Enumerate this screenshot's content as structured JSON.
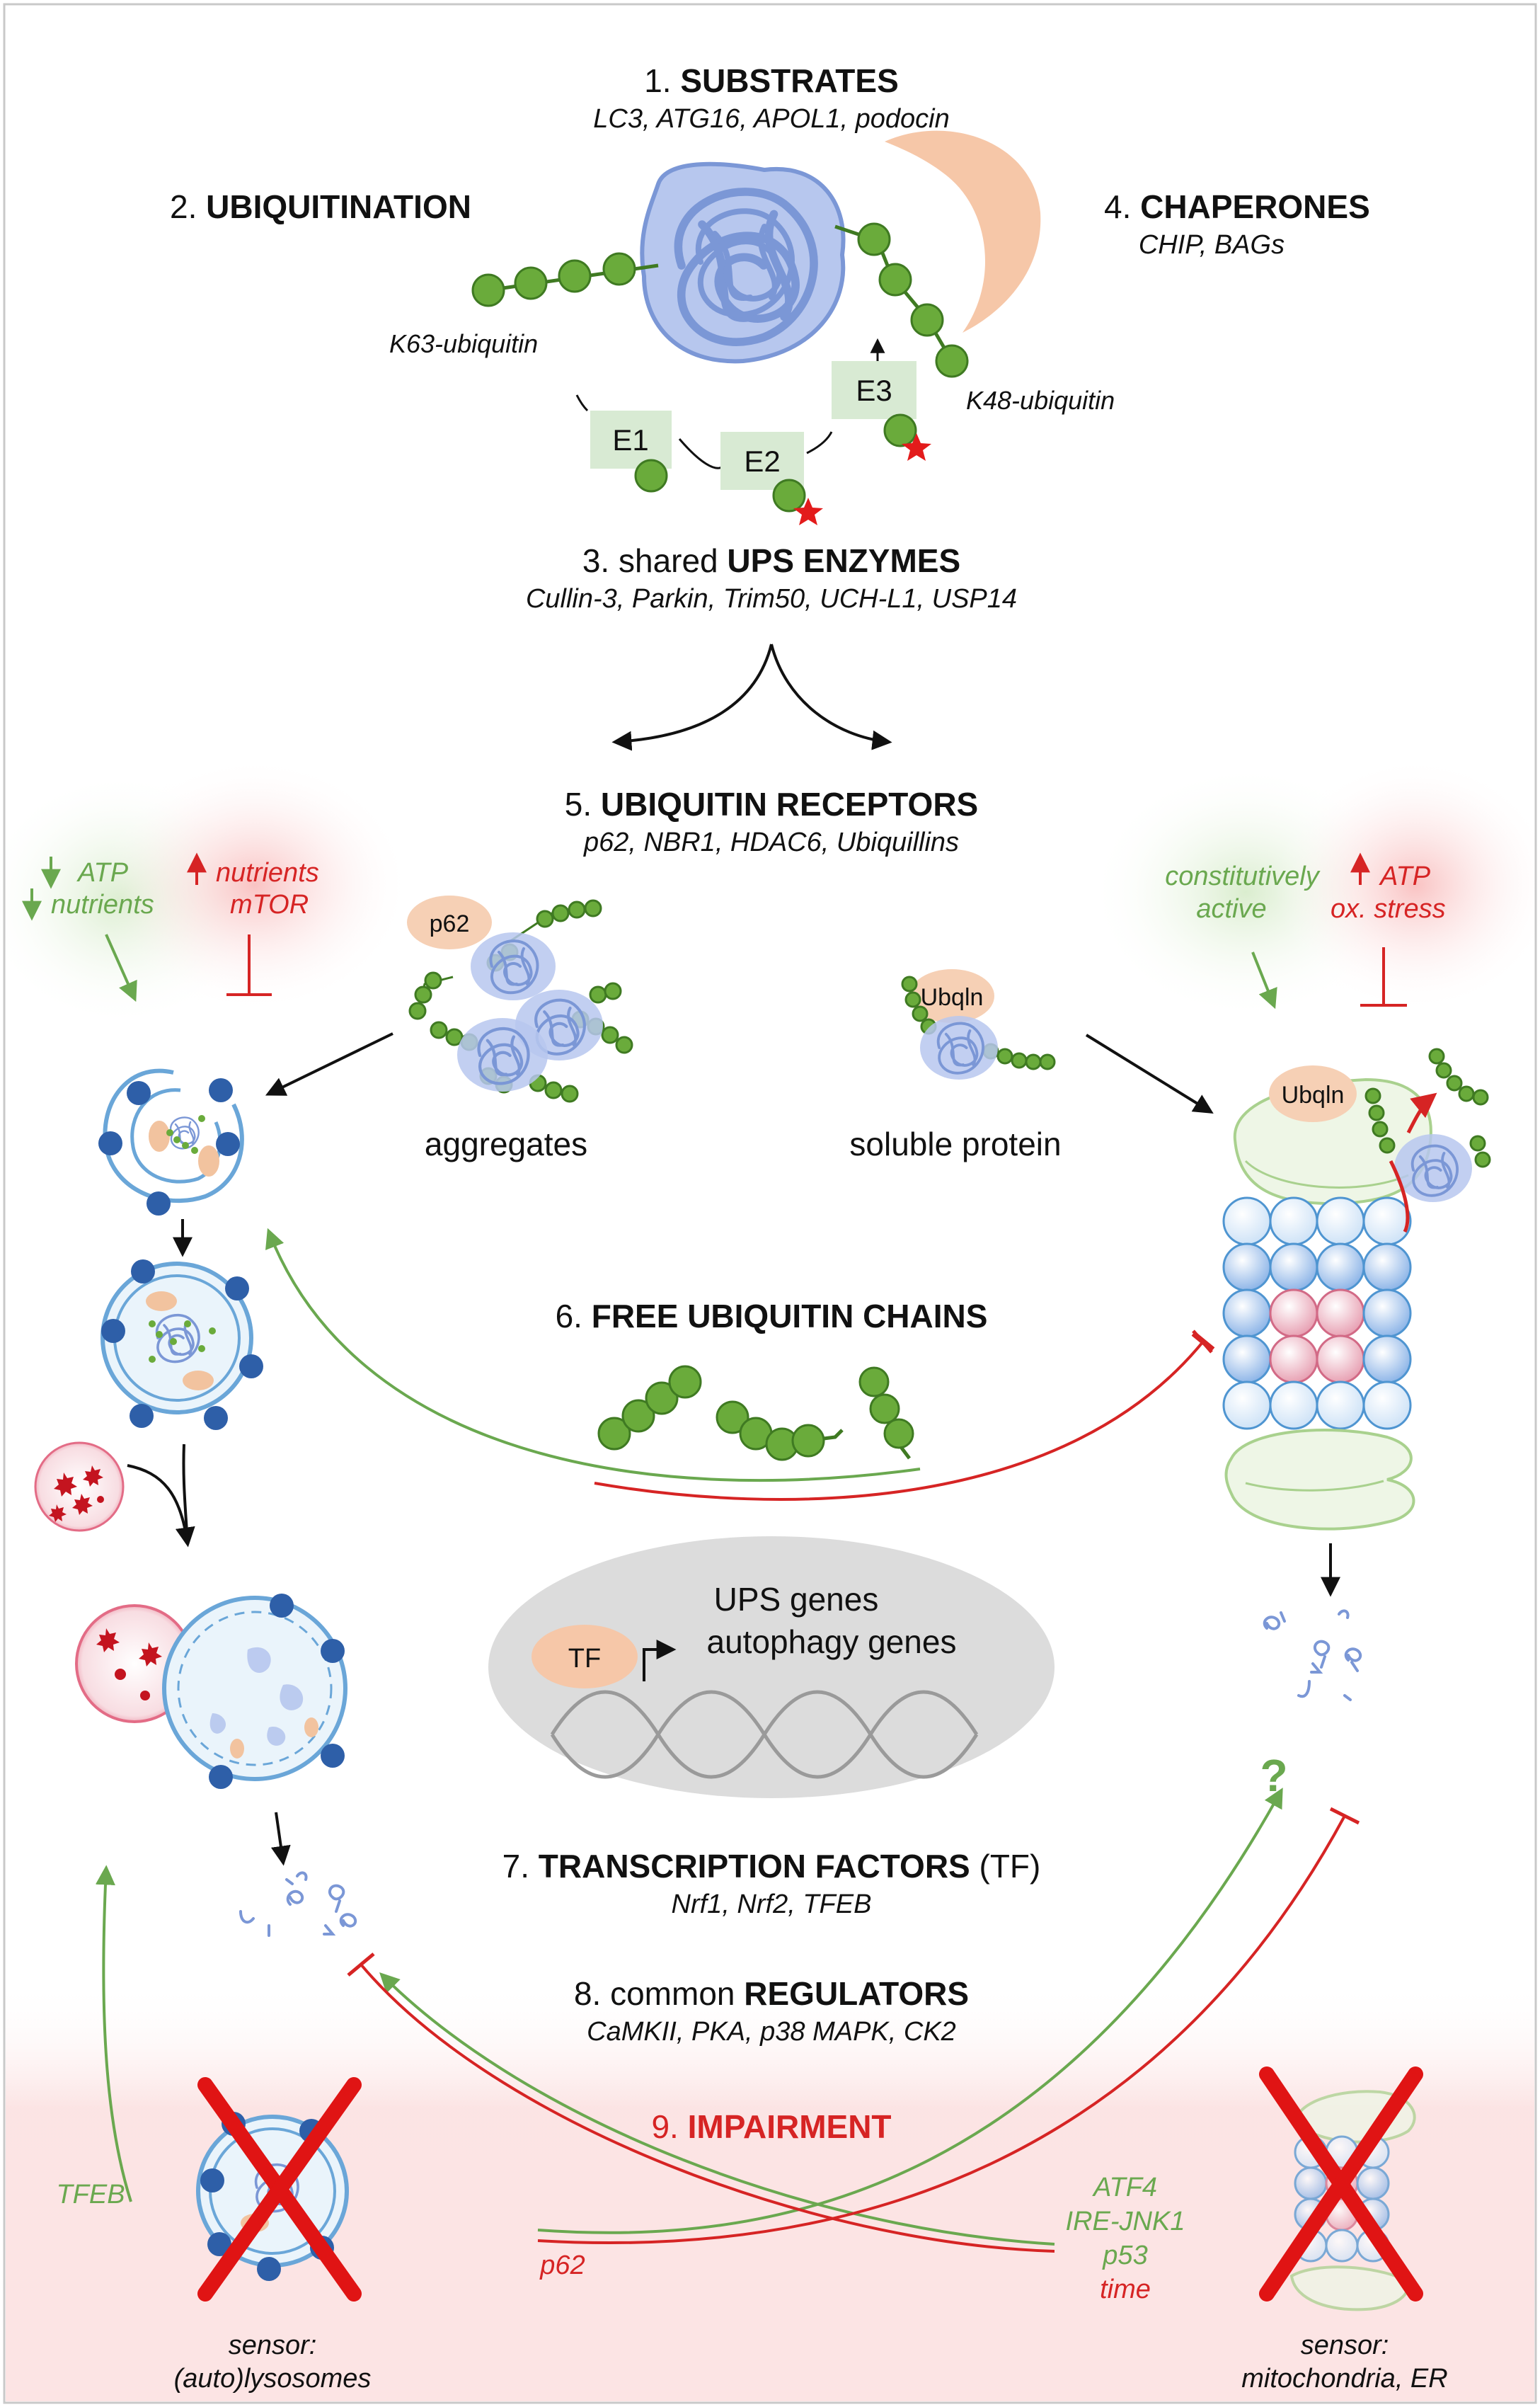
{
  "sections": {
    "substrates": {
      "number": "1.",
      "title": "SUBSTRATES",
      "items": "LC3, ATG16, APOL1, podocin"
    },
    "ubiquitination": {
      "number": "2.",
      "title": "UBIQUITINATION"
    },
    "enzymes": {
      "number": "3. shared",
      "title": "UPS ENZYMES",
      "items": "Cullin-3, Parkin, Trim50, UCH-L1, USP14"
    },
    "chaperones": {
      "number": "4.",
      "title": "CHAPERONES",
      "items": "CHIP, BAGs"
    },
    "receptors": {
      "number": "5.",
      "title": "UBIQUITIN RECEPTORS",
      "items": "p62, NBR1, HDAC6, Ubiquillins"
    },
    "free_chains": {
      "number": "6.",
      "title": "FREE UBIQUITIN CHAINS"
    },
    "transcription": {
      "number": "7.",
      "title": "TRANSCRIPTION  FACTORS",
      "suffix": "(TF)",
      "items": "Nrf1, Nrf2, TFEB"
    },
    "regulators": {
      "number": "8. common",
      "title": "REGULATORS",
      "items": "CaMKII, PKA, p38 MAPK, CK2"
    },
    "impairment": {
      "number": "9.",
      "title": "IMPAIRMENT"
    }
  },
  "labels": {
    "k63": "K63-ubiquitin",
    "k48": "K48-ubiquitin",
    "e1": "E1",
    "e2": "E2",
    "e3": "E3",
    "p62_bubble": "p62",
    "ubqln_bubble": "Ubqln",
    "ubqln_proteasome": "Ubqln",
    "aggregates": "aggregates",
    "soluble_protein": "soluble protein",
    "tf": "TF",
    "ups_genes": "UPS genes",
    "autophagy_genes": "autophagy genes",
    "question": "?"
  },
  "autophagy_inputs": {
    "activators": [
      "ATP",
      "nutrients"
    ],
    "inhibitors": [
      "nutrients",
      "mTOR"
    ]
  },
  "proteasome_inputs": {
    "activators": [
      "constitutively",
      "active"
    ],
    "inhibitors": [
      "ATP",
      "ox. stress"
    ]
  },
  "impairment_labels": {
    "tfeb": "TFEB",
    "p62": "p62",
    "green_list": [
      "ATF4",
      "IRE-JNK1",
      "p53"
    ],
    "red_list": [
      "time"
    ]
  },
  "sensors": {
    "left": {
      "title": "sensor:",
      "name": "(auto)lysosomes"
    },
    "right": {
      "title": "sensor:",
      "name": "mitochondria, ER"
    }
  },
  "colors": {
    "green": "#6aa84f",
    "red": "#d62424",
    "ubiquitin": "#6aab3b",
    "ubiquitin_stroke": "#3f7a22",
    "protein": "#7b97d6",
    "enzyme_box": "#d8ead3",
    "p62": "#f6d0b5",
    "lysosome": "#d24060",
    "vesicle": "#2e5fa8",
    "nucleus": "#dcdcdc"
  }
}
